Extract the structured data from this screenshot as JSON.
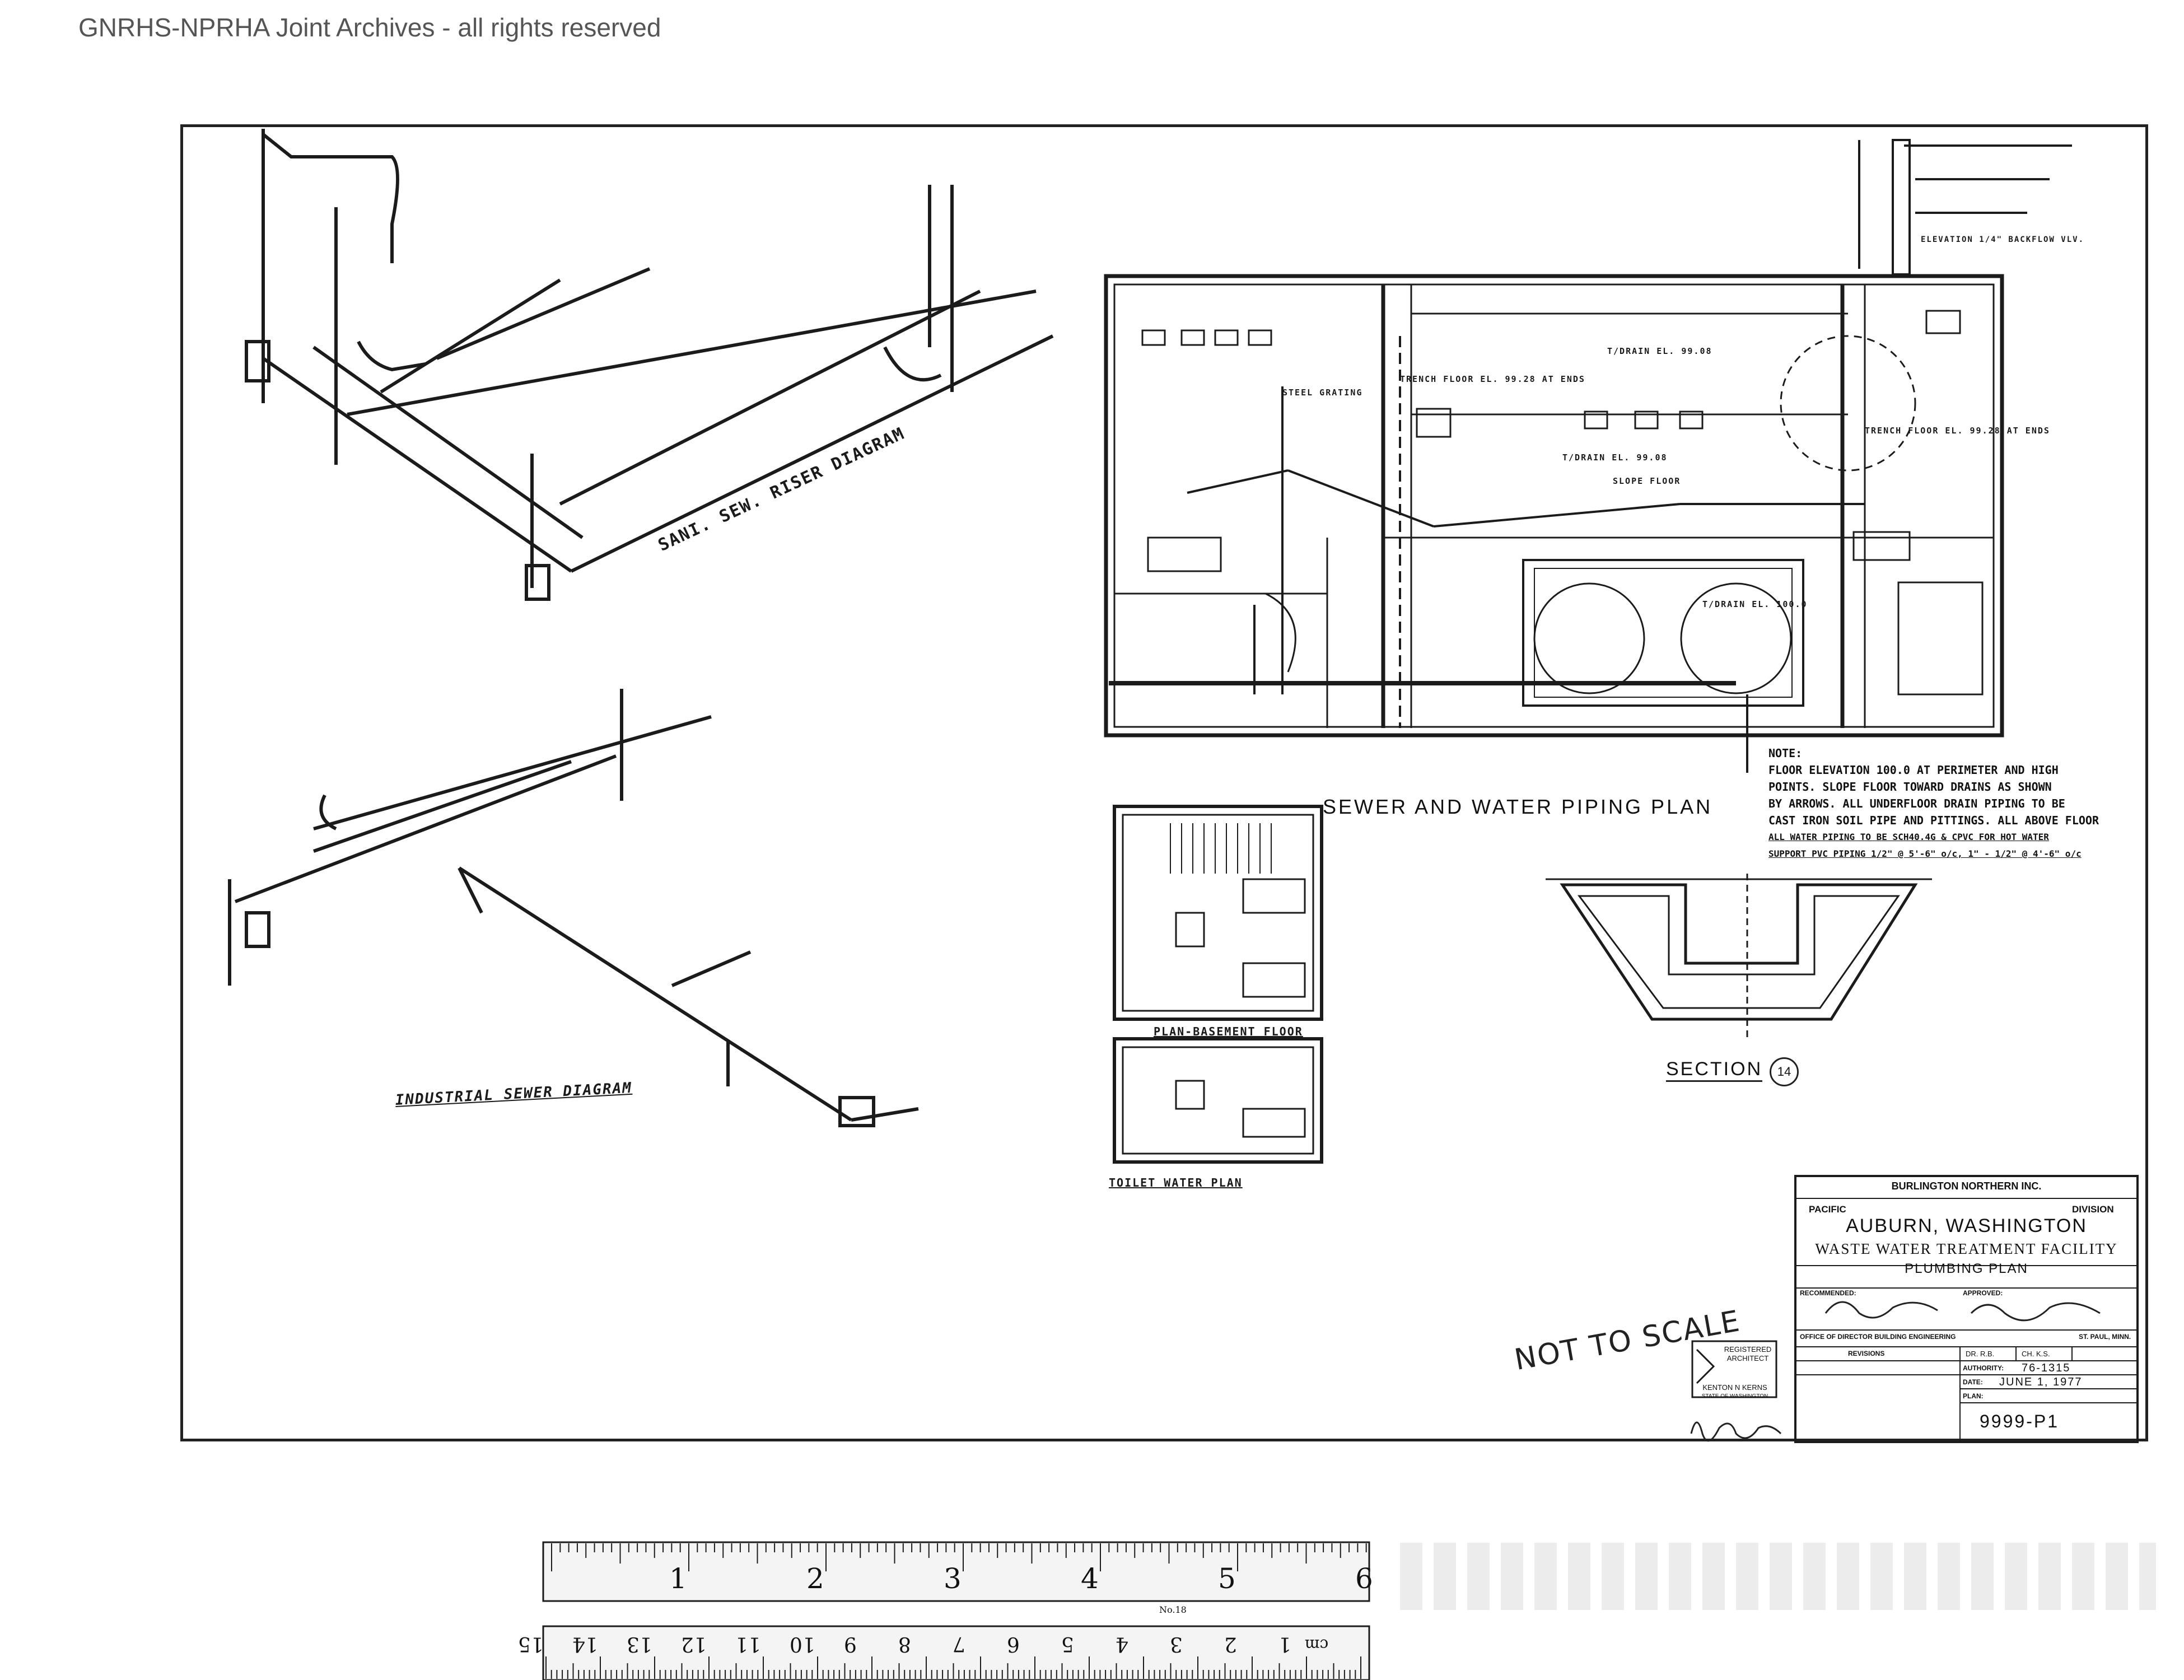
{
  "watermark": "GNRHS-NPRHA Joint Archives - all rights reserved",
  "plan": {
    "title": "SEWER AND WATER PIPING PLAN",
    "section_title": "SECTION",
    "section_marker": "14",
    "diagram_sanitary": "SANI. SEW. RISER DIAGRAM",
    "diagram_industrial": "INDUSTRIAL SEWER DIAGRAM",
    "diagram_toilet": "TOILET WATER PLAN",
    "basement_plan": "PLAN-BASEMENT FLOOR",
    "labels": {
      "trench1": "TRENCH FLOOR EL. 99.28 AT ENDS",
      "trench2": "TRENCH FLOOR EL. 99.28 AT ENDS",
      "steel_grating": "STEEL GRATING",
      "drain1": "T/DRAIN EL. 99.08",
      "drain2": "T/DRAIN EL. 99.08",
      "drain3": "T/DRAIN EL. 100.0",
      "slope": "SLOPE FLOOR",
      "elevation": "ELEVATION 1/4\" BACKFLOW VLV."
    }
  },
  "note": {
    "heading": "NOTE:",
    "lines": [
      "FLOOR ELEVATION 100.0 AT PERIMETER AND HIGH",
      "POINTS. SLOPE FLOOR TOWARD DRAINS AS SHOWN",
      "BY ARROWS. ALL UNDERFLOOR DRAIN PIPING TO BE",
      "CAST IRON SOIL PIPE AND PITTINGS. ALL ABOVE FLOOR",
      "ALL WATER PIPING TO BE SCH40.4G & CPVC FOR HOT WATER",
      "SUPPORT PVC PIPING 1/2\" @ 5'-6\" o/c, 1\" - 1/2\" @ 4'-6\" o/c"
    ]
  },
  "title_block": {
    "company": "BURLINGTON NORTHERN INC.",
    "division_label": "DIVISION",
    "division_value": "PACIFIC",
    "location": "AUBURN, WASHINGTON",
    "project": "WASTE WATER TREATMENT FACILITY",
    "sheet_title": "PLUMBING PLAN",
    "recommended": "RECOMMENDED:",
    "approved": "APPROVED:",
    "office": "OFFICE OF DIRECTOR BUILDING ENGINEERING",
    "city": "ST. PAUL, MINN.",
    "revisions": "REVISIONS",
    "dr": "DR.",
    "dr_value": "R.B.",
    "ch": "CH.",
    "ch_value": "K.S.",
    "authority_label": "AUTHORITY:",
    "authority_value": "76-1315",
    "date_label": "DATE:",
    "date_value": "JUNE 1, 1977",
    "plan_label": "PLAN:",
    "plan_number": "9999-P1"
  },
  "stamp": {
    "not_to_scale": "NOT TO SCALE",
    "architect_top": "REGISTERED",
    "architect_mid": "ARCHITECT",
    "architect_name": "KENTON N KERNS",
    "state": "STATE OF WASHINGTON"
  },
  "ruler": {
    "inch_marks": [
      "1",
      "2",
      "3",
      "4",
      "5",
      "6"
    ],
    "cm_marks": [
      "1",
      "2",
      "3",
      "4",
      "5",
      "6",
      "7",
      "8",
      "9",
      "10",
      "11",
      "12",
      "13",
      "14",
      "15"
    ],
    "cm_unit": "cm",
    "part_no": "No.18"
  }
}
